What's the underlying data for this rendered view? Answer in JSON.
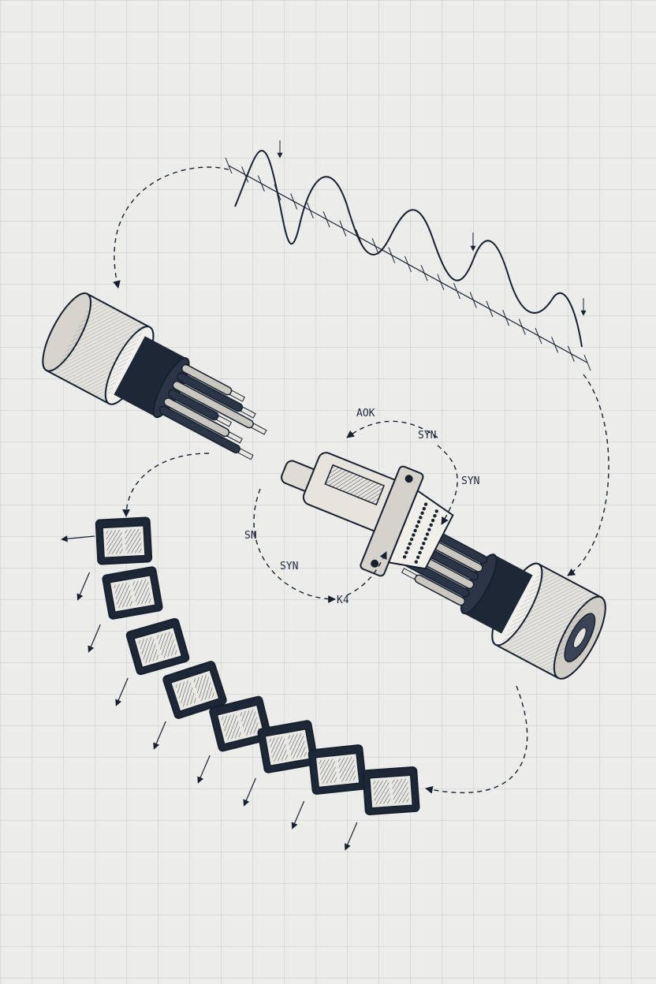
{
  "diagram": {
    "labels": {
      "ack": "AOK",
      "syn_top": "SYN",
      "syn_right": "SYN",
      "syn_bottom": "SYN",
      "syn_left": "SN",
      "ack_bottom": "K4"
    },
    "packet_count": 8,
    "colors": {
      "ink": "#16202f",
      "paper": "#ecedeb",
      "grid": "#c9ccd2",
      "metal": "#d9d8d2"
    }
  }
}
